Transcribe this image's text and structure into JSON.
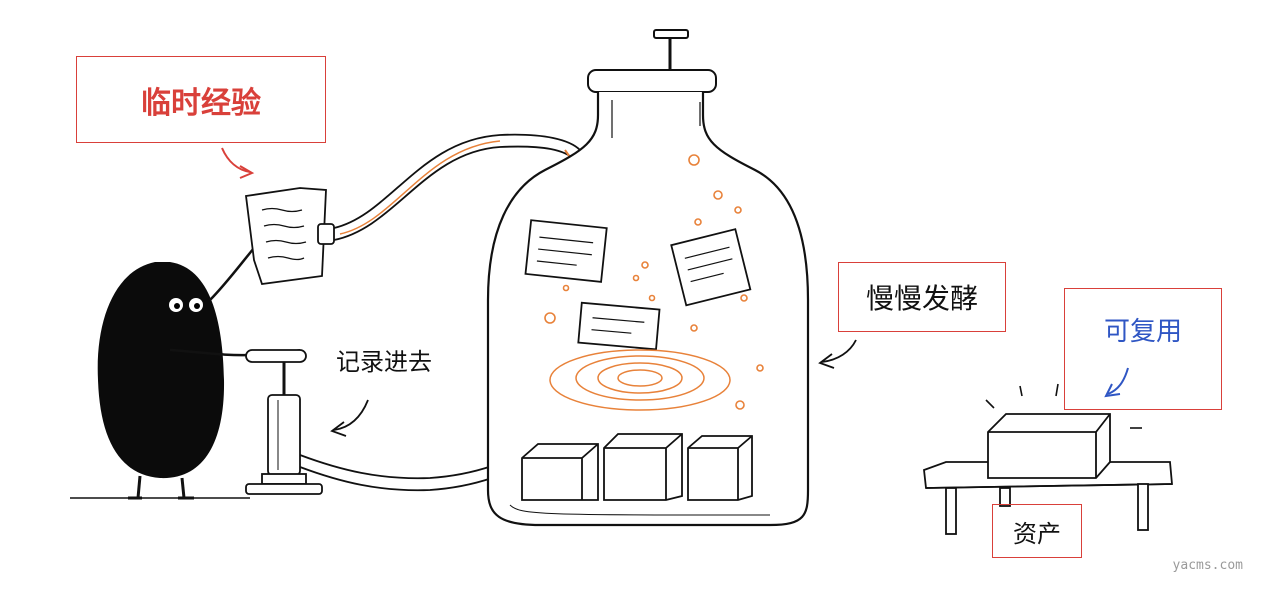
{
  "labels": {
    "temp_experience": "临时经验",
    "record_in": "记录进去",
    "slow_ferment": "慢慢发酵",
    "reusable": "可复用",
    "assets": "资产"
  },
  "watermark": "yacms.com",
  "colors": {
    "box_border": "#d9403a",
    "text_red": "#d9403a",
    "text_blue": "#2f56c4",
    "ink": "#111111",
    "orange": "#e8823a"
  }
}
